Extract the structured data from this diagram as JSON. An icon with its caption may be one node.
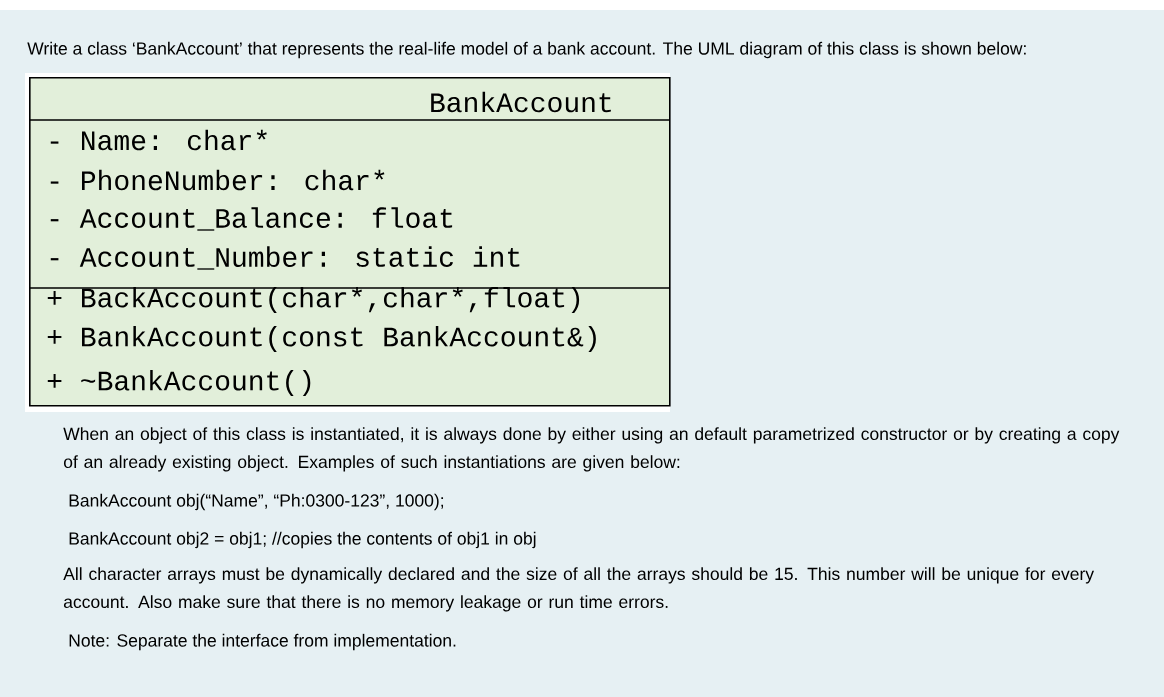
{
  "diagram": {
    "nodes": [
      {
        "text": [
          "BankAccount",
          "- Name: char*",
          "- PhoneNumber: char*",
          "- Account_Balance: float",
          "- Account_Number: static int",
          "+ BackAccount(char*,char*,float)",
          "+ BankAccount(const BankAccount&)",
          "+ ~BankAccount()"
        ]
      }
    ],
    "labels": [
      "Write a class ‘BankAccount’ that represents the real-life model of a bank account. The UML diagram of this class is shown below:",
      "When an object of this class is instantiated, it is always done by either using an default parametrized constructor or by creating a copy of an already existing object. Examples of such instantiations are given below:",
      "BankAccount obj(“Name”, “Ph:0300-123”, 1000);",
      "BankAccount obj2 = obj1; //copies the contents of obj1 in obj",
      "All character arrays must be dynamically declared and the size of all the arrays should be 15.  This number will be unique for every account. Also make sure that there is no memory leakage or run time errors.",
      "Note: Separate the interface from implementation."
    ]
  }
}
